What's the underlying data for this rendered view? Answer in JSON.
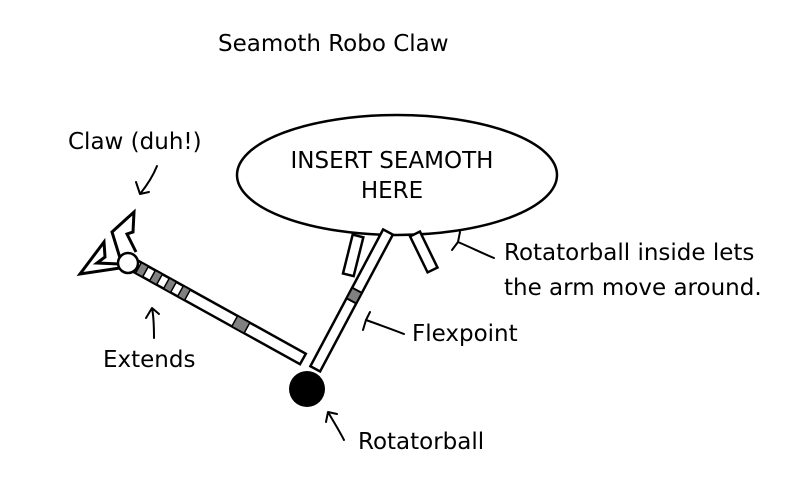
{
  "title": "Seamoth Robo Claw",
  "seamoth_label": [
    "INSERT SEAMOTH",
    "HERE"
  ],
  "labels": {
    "claw": "Claw (duh!)",
    "rotatorball_inside": [
      "Rotatorball inside lets",
      "the arm move around."
    ],
    "flexpoint": "Flexpoint",
    "extends": "Extends",
    "rotatorball": "Rotatorball"
  },
  "colors": {
    "ink": "#000000",
    "segment_fill": "#808080",
    "background": "#ffffff"
  }
}
